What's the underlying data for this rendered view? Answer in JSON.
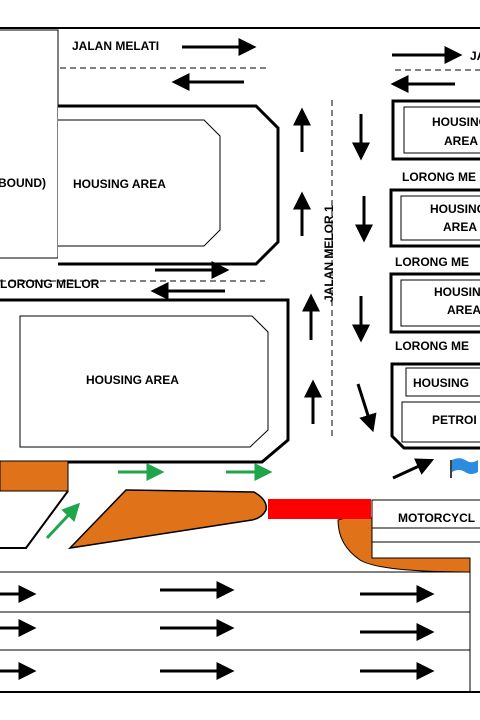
{
  "roads": {
    "jalan_melati": "JALAN MELATI",
    "jalan_melati_right": "JA",
    "jalan_melor_1": "JALAN MELOR 1",
    "lorong_melor": "LORONG MELOR",
    "lorong_me_1": "LORONG ME",
    "lorong_me_2": "LORONG ME",
    "lorong_me_3": "LORONG ME"
  },
  "areas": {
    "bound_label": "BOUND)",
    "housing_area_top": "HOUSING AREA",
    "housing_area_bottom": "HOUSING AREA",
    "right_block_1": [
      "HOUSING",
      "AREA"
    ],
    "right_block_2": [
      "HOUSING",
      "AREA"
    ],
    "right_block_3": [
      "HOUSING",
      "AREA"
    ],
    "right_block_4": "HOUSING",
    "petrol": "PETROI",
    "motorcycle": "MOTORCYCL"
  },
  "colors": {
    "outline": "#000000",
    "island_fill": "#E07319",
    "barrier_fill": "#FF0000",
    "flow_arrow": "#1FA64A",
    "flag": "#2B8CE0"
  }
}
